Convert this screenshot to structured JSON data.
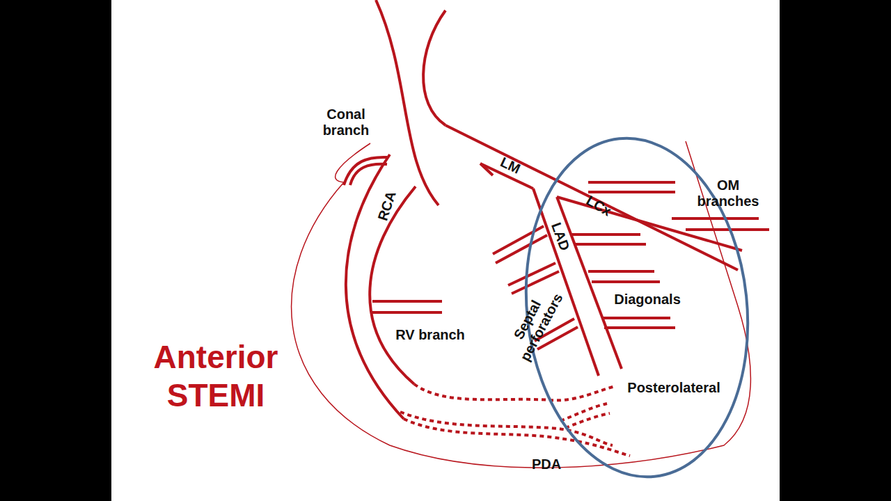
{
  "diagram": {
    "title": "Anterior STEMI",
    "labels": [
      "Conal branch",
      "RCA",
      "LM",
      "LCx",
      "LAD",
      "OM branches",
      "RV branch",
      "Septal perforators",
      "Diagonals",
      "Posterolateral",
      "PDA"
    ]
  }
}
